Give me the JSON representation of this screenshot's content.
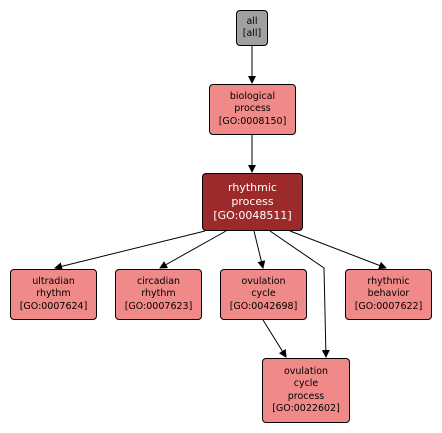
{
  "nodes": {
    "all": {
      "lines": [
        "all",
        "[all]"
      ]
    },
    "bio": {
      "lines": [
        "biological",
        "process",
        "[GO:0008150]"
      ]
    },
    "rhythmic": {
      "lines": [
        "rhythmic",
        "process",
        "[GO:0048511]"
      ]
    },
    "ultradian": {
      "lines": [
        "ultradian",
        "rhythm",
        "[GO:0007624]"
      ]
    },
    "circadian": {
      "lines": [
        "circadian",
        "rhythm",
        "[GO:0007623]"
      ]
    },
    "ovulation": {
      "lines": [
        "ovulation",
        "cycle",
        "[GO:0042698]"
      ]
    },
    "behavior": {
      "lines": [
        "rhythmic",
        "behavior",
        "[GO:0007622]"
      ]
    },
    "ovproc": {
      "lines": [
        "ovulation",
        "cycle",
        "process",
        "[GO:0022602]"
      ]
    }
  },
  "edges": [
    [
      "all",
      "bio"
    ],
    [
      "bio",
      "rhythmic"
    ],
    [
      "rhythmic",
      "ultradian"
    ],
    [
      "rhythmic",
      "circadian"
    ],
    [
      "rhythmic",
      "ovulation"
    ],
    [
      "rhythmic",
      "behavior"
    ],
    [
      "rhythmic",
      "ovproc"
    ],
    [
      "ovulation",
      "ovproc"
    ]
  ],
  "colors": {
    "root": "#a0a0a0",
    "term": "#f08a88",
    "focus": "#9c2a2a",
    "edge": "#000000"
  }
}
